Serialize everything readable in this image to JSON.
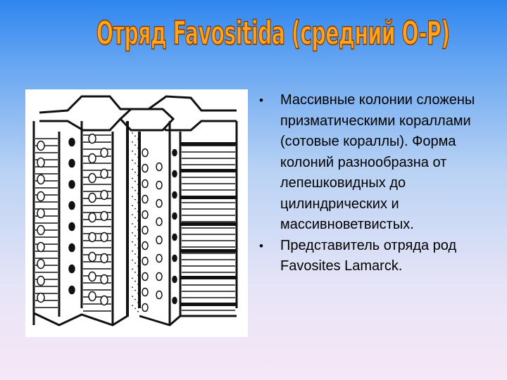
{
  "slide": {
    "title": "Отряд Favositida (средний O-P)",
    "bullets": [
      "Массивные колонии сложены призматическими кораллами (сотовые кораллы). Форма колоний разнообразна от лепешковидных до цилиндрических и массивноветвистых.",
      "Представитель отряда род Favosites Lamarck."
    ],
    "bullet_symbol": "•"
  },
  "colors": {
    "title_fill": "#ffa21f",
    "title_outline": "#7a3a00",
    "background_top": "#2f86f0",
    "background_bottom": "#f6e8f6"
  },
  "figure": {
    "icon": "favosites-coral-drawing"
  }
}
